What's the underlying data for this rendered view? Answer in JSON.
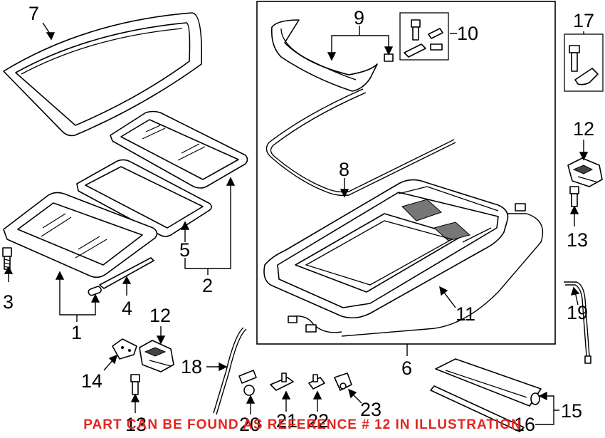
{
  "callouts": [
    {
      "id": "7",
      "text": "7"
    },
    {
      "id": "3",
      "text": "3"
    },
    {
      "id": "1",
      "text": "1"
    },
    {
      "id": "4",
      "text": "4"
    },
    {
      "id": "5",
      "text": "5"
    },
    {
      "id": "2",
      "text": "2"
    },
    {
      "id": "9",
      "text": "9"
    },
    {
      "id": "10",
      "text": "10"
    },
    {
      "id": "8",
      "text": "8"
    },
    {
      "id": "11",
      "text": "11"
    },
    {
      "id": "6",
      "text": "6"
    },
    {
      "id": "17",
      "text": "17"
    },
    {
      "id": "12a",
      "text": "12"
    },
    {
      "id": "13a",
      "text": "13"
    },
    {
      "id": "19",
      "text": "19"
    },
    {
      "id": "12b",
      "text": "12"
    },
    {
      "id": "14",
      "text": "14"
    },
    {
      "id": "13b",
      "text": "13"
    },
    {
      "id": "18",
      "text": "18"
    },
    {
      "id": "20",
      "text": "20"
    },
    {
      "id": "21",
      "text": "21"
    },
    {
      "id": "22",
      "text": "22"
    },
    {
      "id": "23",
      "text": "23"
    },
    {
      "id": "15",
      "text": "15"
    },
    {
      "id": "16",
      "text": "16"
    }
  ],
  "notice": "PART CAN BE FOUND AS REFERENCE # 12 IN ILLUSTRATION",
  "colors": {
    "notice": "#e3261f",
    "ink": "#000000"
  }
}
